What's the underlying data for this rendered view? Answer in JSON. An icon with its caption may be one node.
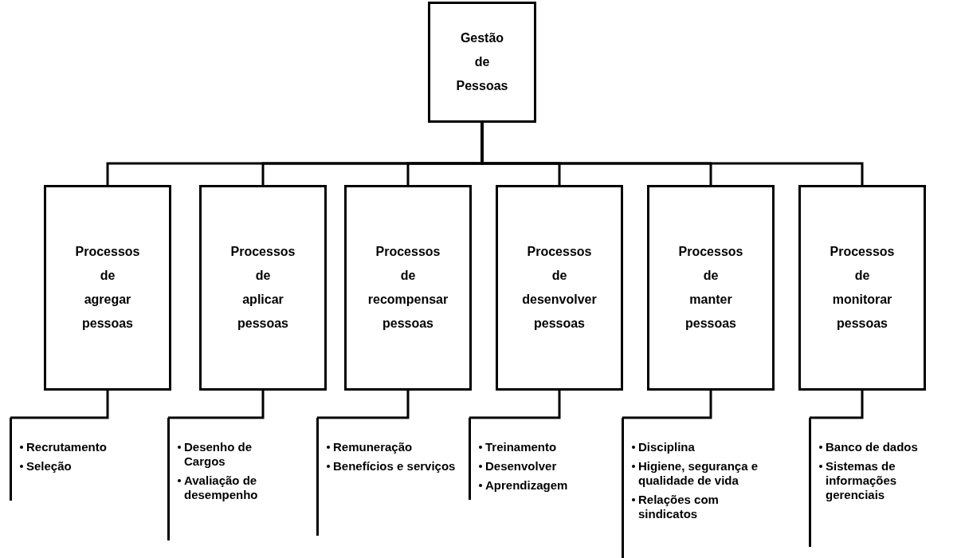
{
  "diagram": {
    "nodes": [
      {
        "text": [
          "Gestão de Pessoas"
        ]
      },
      {
        "text": [
          "Processos de agregar pessoas"
        ]
      },
      {
        "text": [
          "Processos de aplicar pessoas"
        ]
      },
      {
        "text": [
          "Processos de recompensar pessoas"
        ]
      },
      {
        "text": [
          "Processos de desenvolver pessoas"
        ]
      },
      {
        "text": [
          "Processos de manter pessoas"
        ]
      },
      {
        "text": [
          "Processos de monitorar pessoas"
        ]
      },
      {
        "text": [
          "Recrutamento",
          "Seleção"
        ]
      },
      {
        "text": [
          "Desenho de Cargos",
          "Avaliação de desempenho"
        ]
      },
      {
        "text": [
          "Remuneração",
          "Benefícios e serviços"
        ]
      },
      {
        "text": [
          "Treinamento",
          "Desenvolver",
          "Aprendizagem"
        ]
      },
      {
        "text": [
          "Disciplina",
          "Higiene, segurança e qualidade de vida",
          "Relações com sindicatos"
        ]
      },
      {
        "text": [
          "Banco de dados",
          "Sistemas de informações gerenciais"
        ]
      }
    ],
    "edges": [
      {
        "from": 0,
        "to": 1,
        "arrow": "none"
      },
      {
        "from": 0,
        "to": 2,
        "arrow": "none"
      },
      {
        "from": 0,
        "to": 3,
        "arrow": "none"
      },
      {
        "from": 0,
        "to": 4,
        "arrow": "none"
      },
      {
        "from": 0,
        "to": 5,
        "arrow": "none"
      },
      {
        "from": 0,
        "to": 6,
        "arrow": "none"
      },
      {
        "from": 1,
        "to": 7,
        "arrow": "none"
      },
      {
        "from": 2,
        "to": 8,
        "arrow": "none"
      },
      {
        "from": 3,
        "to": 9,
        "arrow": "none"
      },
      {
        "from": 4,
        "to": 10,
        "arrow": "none"
      },
      {
        "from": 5,
        "to": 11,
        "arrow": "none"
      },
      {
        "from": 6,
        "to": 12,
        "arrow": "none"
      }
    ]
  }
}
